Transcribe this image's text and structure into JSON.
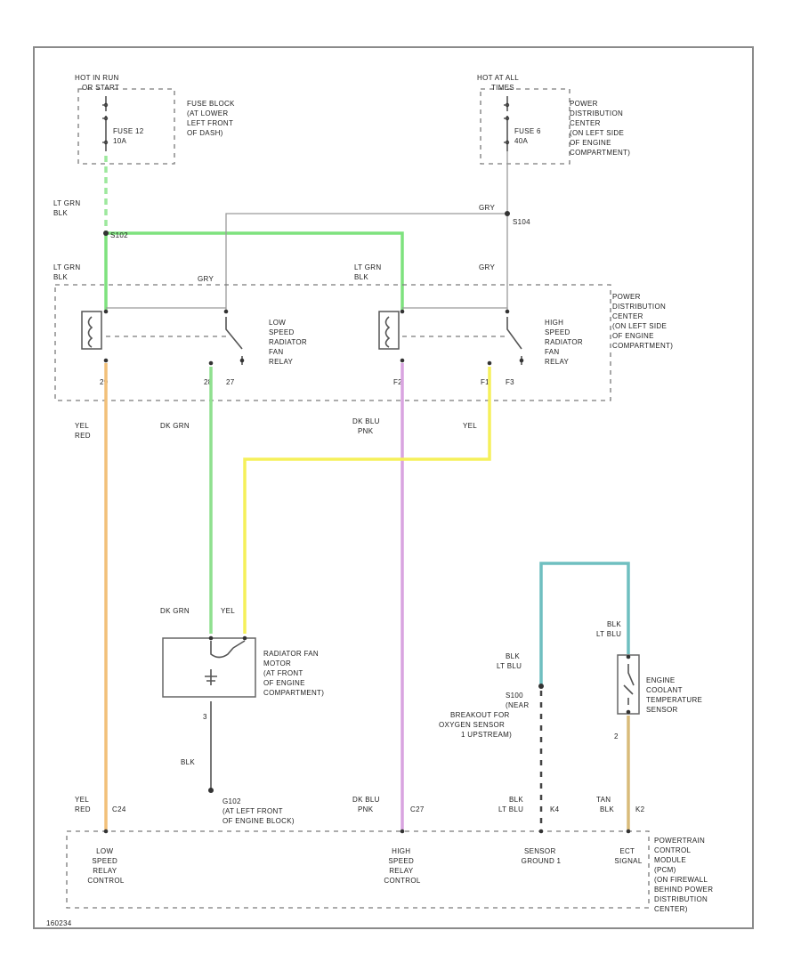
{
  "colors": {
    "lt_grn": "#7ee27e",
    "gry": "#b0b0b0",
    "yel_red": "#f2c07a",
    "dk_grn": "#8fe08f",
    "yel": "#f5f05a",
    "dk_blu_pnk": "#d9a4e0",
    "blu_lt_blu": "#6fbfc0",
    "tan_blk": "#d9bb7a"
  },
  "diagram_id": "160234",
  "fuse_block": {
    "power_label": [
      "HOT IN RUN",
      "OR START"
    ],
    "fuse": [
      "FUSE 12",
      "10A"
    ],
    "location": [
      "FUSE BLOCK",
      "(AT LOWER",
      "LEFT FRONT",
      "OF DASH)"
    ]
  },
  "power_dist_top": {
    "power_label": [
      "HOT AT ALL",
      "TIMES"
    ],
    "fuse": [
      "FUSE 6",
      "40A"
    ],
    "location": [
      "POWER",
      "DISTRIBUTION",
      "CENTER",
      "(ON LEFT SIDE",
      "OF ENGINE",
      "COMPARTMENT)"
    ]
  },
  "wires": {
    "lt_grn_blk": [
      "LT GRN",
      "BLK"
    ],
    "gry": "GRY",
    "yel_red": [
      "YEL",
      "RED"
    ],
    "dk_grn": "DK GRN",
    "dk_blu_pnk": [
      "DK BLU",
      "PNK"
    ],
    "yel": "YEL",
    "blk": "BLK",
    "blu_lt_blu": [
      "BLK",
      "LT BLU"
    ],
    "tan_blk": [
      "TAN",
      "BLK"
    ]
  },
  "splices": {
    "s102": "S102",
    "s104": "S104",
    "s100": [
      "S100",
      "(NEAR",
      "BREAKOUT FOR",
      "OXYGEN SENSOR",
      "1 UPSTREAM)"
    ]
  },
  "pins": {
    "low_relay_coil_bottom": "29",
    "low_relay_out": "28",
    "low_relay_27": "27",
    "high_relay_coil_bottom": "F2",
    "high_relay_f1": "F1",
    "high_relay_f3": "F3",
    "fan_motor_ground": "3",
    "sensor": "2",
    "pcm_c24": "C24",
    "pcm_c27": "C27",
    "pcm_k4": "K4",
    "pcm_k2": "K2"
  },
  "power_dist_relays": {
    "low_relay": [
      "LOW",
      "SPEED",
      "RADIATOR",
      "FAN",
      "RELAY"
    ],
    "high_relay": [
      "HIGH",
      "SPEED",
      "RADIATOR",
      "FAN",
      "RELAY"
    ],
    "location": [
      "POWER",
      "DISTRIBUTION",
      "CENTER",
      "(ON LEFT SIDE",
      "OF ENGINE",
      "COMPARTMENT)"
    ]
  },
  "fan_motor": [
    "RADIATOR FAN",
    "MOTOR",
    "(AT FRONT",
    "OF ENGINE",
    "COMPARTMENT)"
  ],
  "ground": [
    "G102",
    "(AT LEFT FRONT",
    "OF ENGINE BLOCK)"
  ],
  "coolant_sensor": [
    "ENGINE",
    "COOLANT",
    "TEMPERATURE",
    "SENSOR"
  ],
  "pcm": {
    "low_speed": [
      "LOW",
      "SPEED",
      "RELAY",
      "CONTROL"
    ],
    "high_speed": [
      "HIGH",
      "SPEED",
      "RELAY",
      "CONTROL"
    ],
    "sensor_ground": [
      "SENSOR",
      "GROUND 1"
    ],
    "ect_signal": [
      "ECT",
      "SIGNAL"
    ],
    "module": [
      "POWERTRAIN",
      "CONTROL",
      "MODULE",
      "(PCM)",
      "(ON FIREWALL",
      "BEHIND POWER",
      "DISTRIBUTION",
      "CENTER)"
    ]
  }
}
